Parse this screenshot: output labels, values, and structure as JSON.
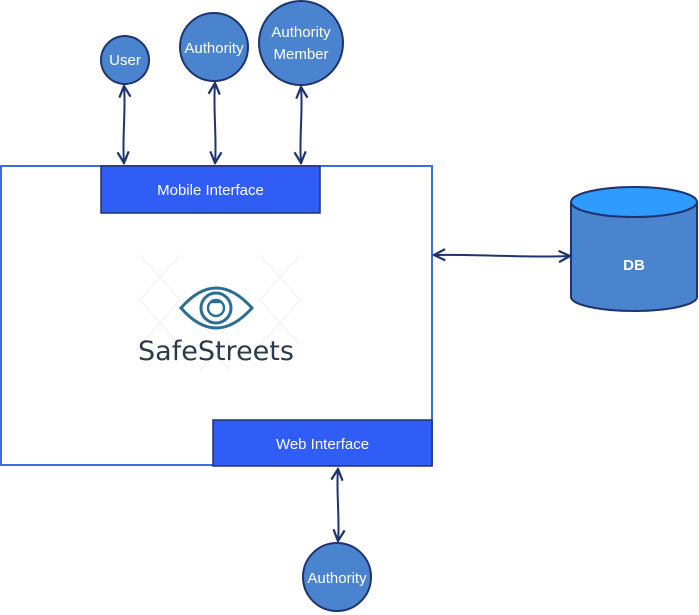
{
  "actors": {
    "user": "User",
    "authority": "Authority",
    "authority_member_line1": "Authority",
    "authority_member_line2": "Member",
    "web_authority": "Authority"
  },
  "system": {
    "mobile_interface": "Mobile Interface",
    "web_interface": "Web Interface",
    "logo_text": "SafeStreets"
  },
  "database": {
    "label": "DB"
  },
  "colors": {
    "circle_fill": "#4a84cf",
    "circle_stroke": "#1e3370",
    "interface_fill": "#2f5df5",
    "system_border": "#3b6fe0",
    "db_fill": "#4a84cf",
    "db_top": "#2f9bff",
    "arrow": "#1e3370",
    "logo": "#2a6f92"
  }
}
